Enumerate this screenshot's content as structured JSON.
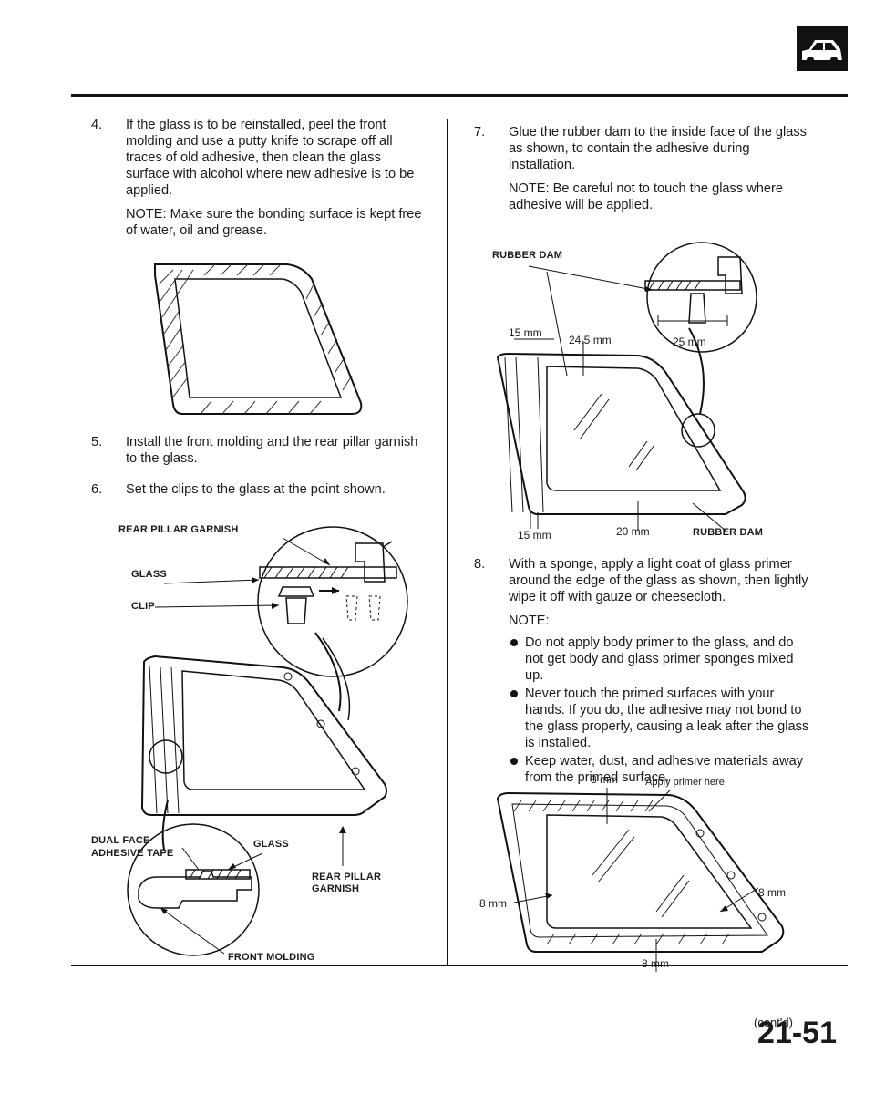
{
  "steps": [
    {
      "num": "4.",
      "text": "If the glass is to be reinstalled, peel the front molding and use a putty knife to scrape off all traces of old adhesive, then clean the glass surface with alcohol where new adhesive is to be applied.",
      "note": "NOTE:  Make sure the bonding surface is kept free of water, oil and grease."
    },
    {
      "num": "5.",
      "text": "Install the front molding and the rear pillar garnish to the glass."
    },
    {
      "num": "6.",
      "text": "Set the clips to the glass at the point shown."
    },
    {
      "num": "7.",
      "text": "Glue the rubber dam to the inside face of the glass as shown, to contain the adhesive during installation.",
      "note": "NOTE:  Be careful not to touch the glass where adhesive will be applied."
    },
    {
      "num": "8.",
      "text": "With a sponge, apply a light coat of glass primer around the edge of the glass as shown, then lightly wipe it off with gauze or cheesecloth.",
      "note": "NOTE:",
      "bullets": [
        "Do not apply body primer to the glass, and do not get body and glass primer sponges mixed up.",
        "Never touch the primed surfaces with your hands. If you do, the adhesive may not bond to the glass properly, causing a leak after the glass is installed.",
        "Keep water, dust, and adhesive materials away from the primed surface."
      ]
    }
  ],
  "figure_clips": {
    "rear_pillar_garnish": "REAR PILLAR GARNISH",
    "glass": "GLASS",
    "clip": "CLIP",
    "dual_face_adhesive_tape_1": "DUAL FACE",
    "dual_face_adhesive_tape_2": "ADHESIVE TAPE",
    "glass_lower": "GLASS",
    "rear_pillar_garnish_lower_1": "REAR PILLAR",
    "rear_pillar_garnish_lower_2": "GARNISH",
    "front_molding": "FRONT MOLDING"
  },
  "figure_dam": {
    "rubber_dam_top": "RUBBER DAM",
    "dim_15_top": "15 mm",
    "dim_24_5": "24.5 mm",
    "dim_25": "25 mm",
    "dim_15_bottom": "15 mm",
    "dim_20": "20 mm",
    "rubber_dam_bottom": "RUBBER DAM"
  },
  "figure_primer": {
    "dim_8_top": "8 mm",
    "apply_primer": "Apply primer here.",
    "dim_8_left": "8 mm",
    "dim_8_right": "8 mm",
    "dim_8_bottom": "8 mm"
  },
  "footer": {
    "contd": "(cont'd)",
    "page_number": "21-51"
  },
  "header_icon": "car-body-icon"
}
